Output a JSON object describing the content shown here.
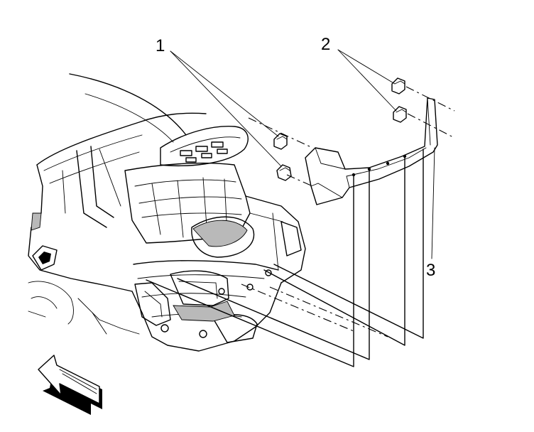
{
  "callouts": [
    {
      "id": "1",
      "label": "1"
    },
    {
      "id": "2",
      "label": "2"
    },
    {
      "id": "3",
      "label": "3"
    }
  ],
  "icons": {
    "direction_arrow": "front-direction-arrow-icon"
  },
  "colors": {
    "line": "#000000",
    "shade": "#b9b9b9",
    "background": "#ffffff"
  }
}
